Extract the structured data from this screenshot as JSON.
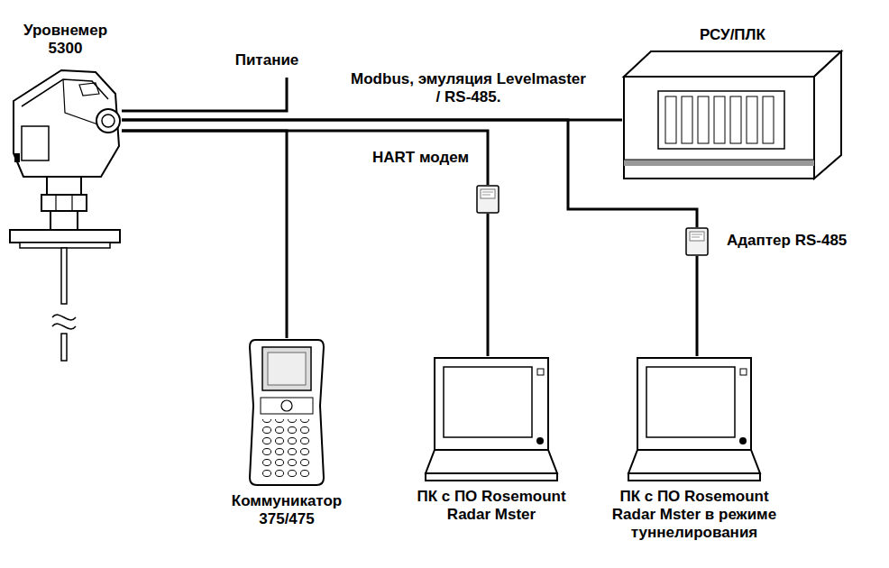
{
  "diagram": {
    "nodes": [
      {
        "text": [
          "Уровнемер 5300"
        ]
      },
      {
        "text": [
          "РСУ/ПЛК"
        ]
      },
      {
        "text": [
          "HART модем"
        ]
      },
      {
        "text": [
          "Адаптер RS-485"
        ]
      },
      {
        "text": [
          "Коммуникатор 375/475"
        ]
      },
      {
        "text": [
          "ПК с ПО Rosemount Radar Mster"
        ]
      },
      {
        "text": [
          "ПК с ПО Rosemount Radar Mster в режиме туннелирования"
        ]
      }
    ],
    "edges": [
      {
        "from": 0,
        "to": 1,
        "arrow": "none",
        "label": "Modbus, эмуляция Levelmaster / RS-485."
      },
      {
        "from": 0,
        "to": 2,
        "arrow": "none"
      },
      {
        "from": 2,
        "to": 5,
        "arrow": "none"
      },
      {
        "from": 0,
        "to": 4,
        "arrow": "none"
      },
      {
        "from": 0,
        "to": 3,
        "arrow": "none"
      },
      {
        "from": 3,
        "to": 6,
        "arrow": "none"
      }
    ],
    "labels": [
      "Питание"
    ]
  }
}
